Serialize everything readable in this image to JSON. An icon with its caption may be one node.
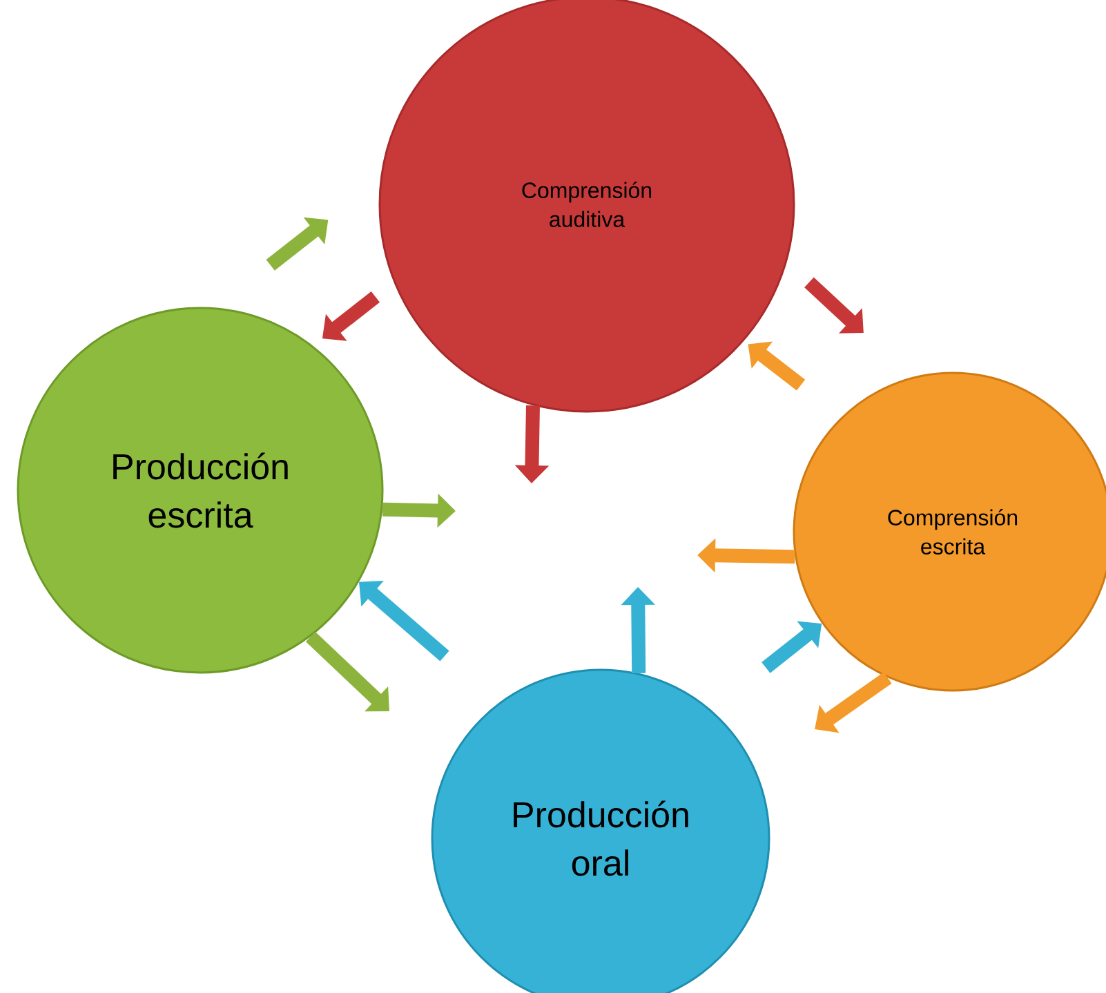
{
  "diagram": {
    "nodes": [
      {
        "text": [
          "Comprensión auditiva"
        ]
      },
      {
        "text": [
          "Producción escrita"
        ]
      },
      {
        "text": [
          "Comprensión escrita"
        ]
      },
      {
        "text": [
          "Producción oral"
        ]
      }
    ],
    "edges": [
      {
        "from": 1,
        "to": 0,
        "arrow": "to",
        "color": "#8cb43c"
      },
      {
        "from": 0,
        "to": 1,
        "arrow": "to",
        "color": "#c83737"
      },
      {
        "from": 0,
        "to": 2,
        "arrow": "to",
        "color": "#c83737"
      },
      {
        "from": 2,
        "to": 0,
        "arrow": "to",
        "color": "#f39a2b"
      },
      {
        "from": 0,
        "to": null,
        "arrow": "to",
        "color": "#c83737"
      },
      {
        "from": 1,
        "to": null,
        "arrow": "to",
        "color": "#8cb43c"
      },
      {
        "from": 2,
        "to": null,
        "arrow": "to",
        "color": "#f39a2b"
      },
      {
        "from": 3,
        "to": null,
        "arrow": "to",
        "color": "#35b1d4"
      },
      {
        "from": 1,
        "to": null,
        "arrow": "to",
        "color": "#8cb43c"
      },
      {
        "from": null,
        "to": 1,
        "arrow": "to",
        "color": "#35b1d4"
      },
      {
        "from": 3,
        "to": 2,
        "arrow": "to",
        "color": "#35b1d4"
      },
      {
        "from": 2,
        "to": null,
        "arrow": "to",
        "color": "#f39a2b"
      }
    ]
  }
}
